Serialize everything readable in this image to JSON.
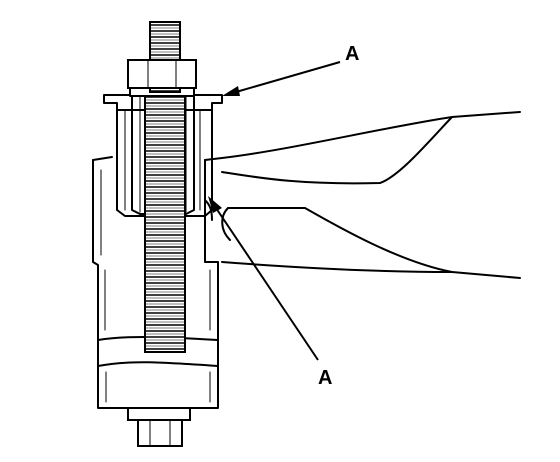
{
  "callouts": [
    {
      "id": "upper",
      "label": "A"
    },
    {
      "id": "lower",
      "label": "A"
    }
  ],
  "style": {
    "line_color": "#000000",
    "background": "#ffffff"
  }
}
